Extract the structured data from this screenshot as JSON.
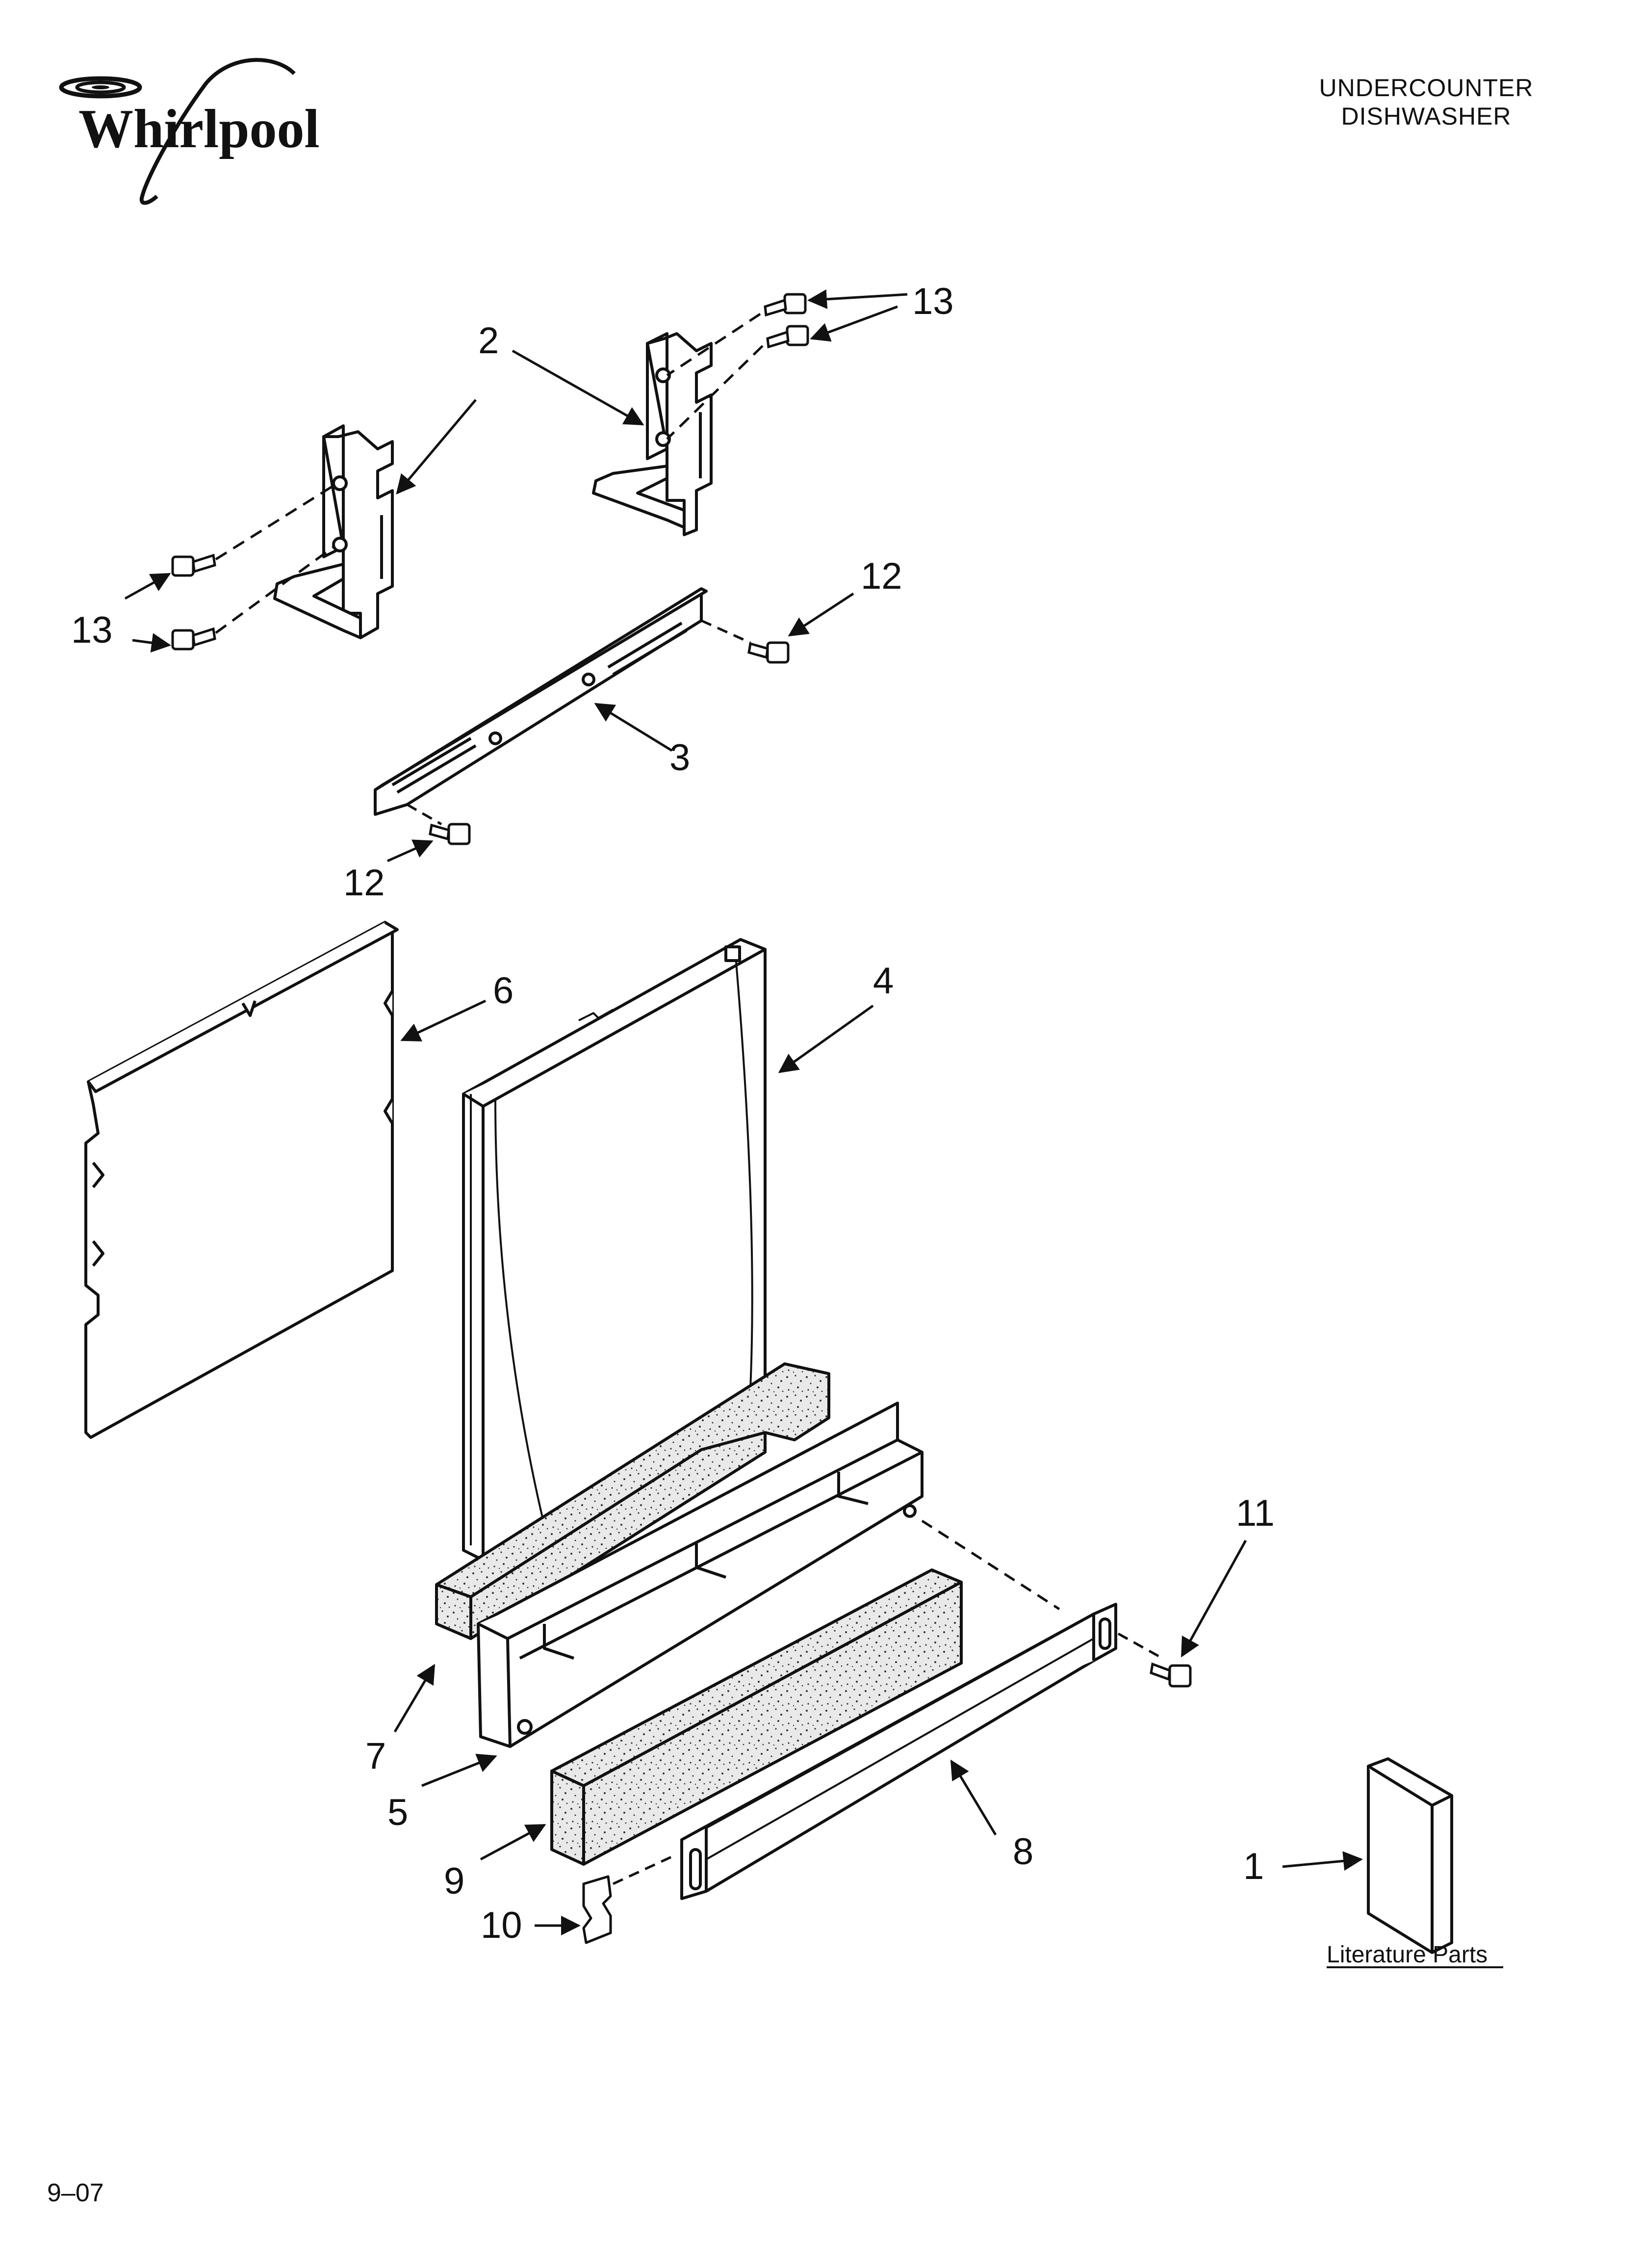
{
  "brand": {
    "name": "Whirlpool"
  },
  "header": {
    "line1": "UNDERCOUNTER",
    "line2": "DISHWASHER"
  },
  "footer": {
    "code": "9–07"
  },
  "callouts": {
    "c1": "1",
    "c2": "2",
    "c3": "3",
    "c4": "4",
    "c5": "5",
    "c6": "6",
    "c7": "7",
    "c8": "8",
    "c9": "9",
    "c10": "10",
    "c11": "11",
    "c12a": "12",
    "c12b": "12",
    "c13a": "13",
    "c13b": "13"
  },
  "literature": {
    "label": "Literature Parts"
  },
  "colors": {
    "line": "#111111",
    "foam": "#e9e9e9"
  }
}
